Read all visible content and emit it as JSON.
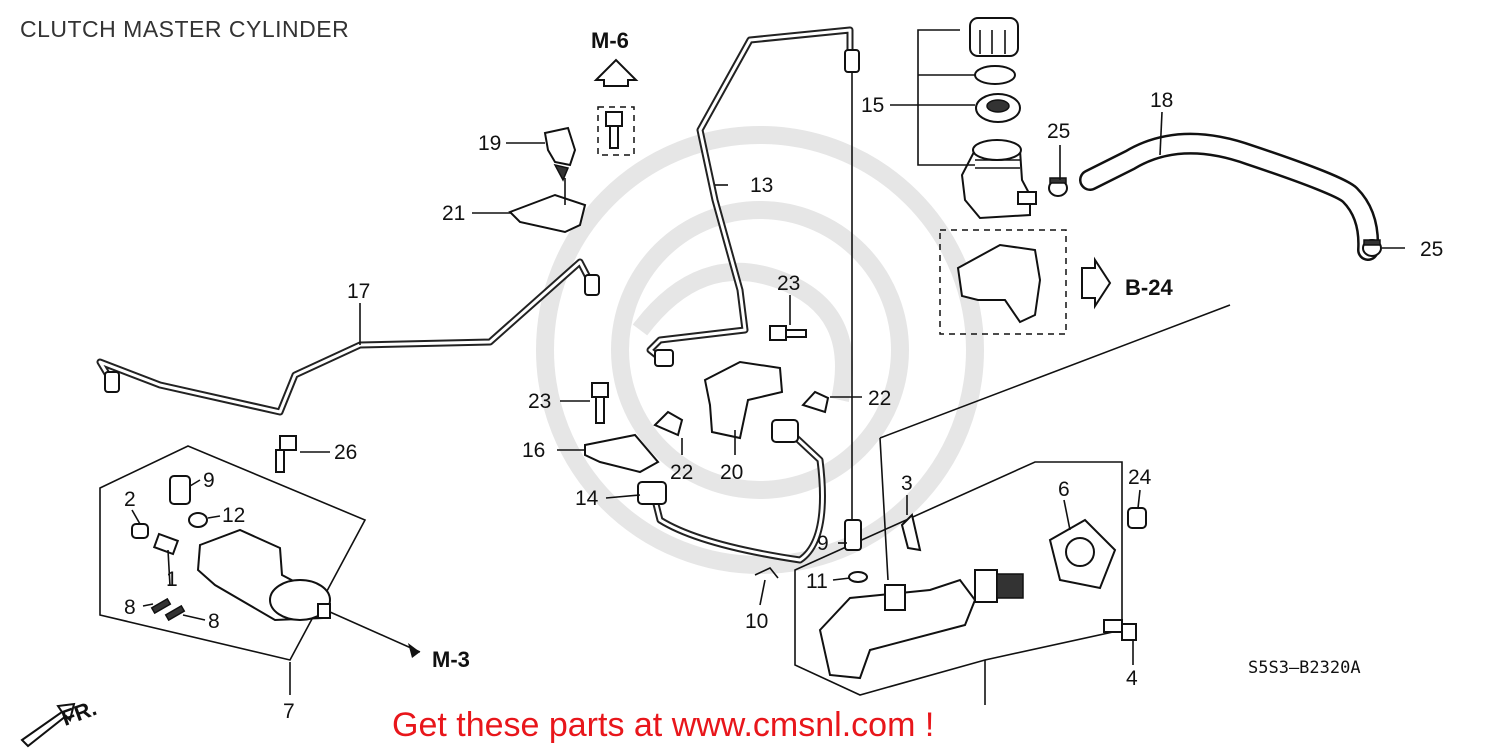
{
  "title": "CLUTCH MASTER CYLINDER",
  "labels": {
    "l1": "1",
    "l2": "2",
    "l3": "3",
    "l4": "4",
    "l6": "6",
    "l7": "7",
    "l8a": "8",
    "l8b": "8",
    "l9a": "9",
    "l9b": "9",
    "l10": "10",
    "l11": "11",
    "l12": "12",
    "l13": "13",
    "l14": "14",
    "l15": "15",
    "l16": "16",
    "l17": "17",
    "l18": "18",
    "l19": "19",
    "l20": "20",
    "l21": "21",
    "l22a": "22",
    "l22b": "22",
    "l23a": "23",
    "l23b": "23",
    "l24": "24",
    "l25a": "25",
    "l25b": "25",
    "l26": "26"
  },
  "refs": {
    "m6": "M-6",
    "m3": "M-3",
    "b24": "B-24",
    "fr": "FR."
  },
  "diagram_code": "S5S3—B2320A",
  "promo": "Get these parts at www.cmsnl.com !"
}
